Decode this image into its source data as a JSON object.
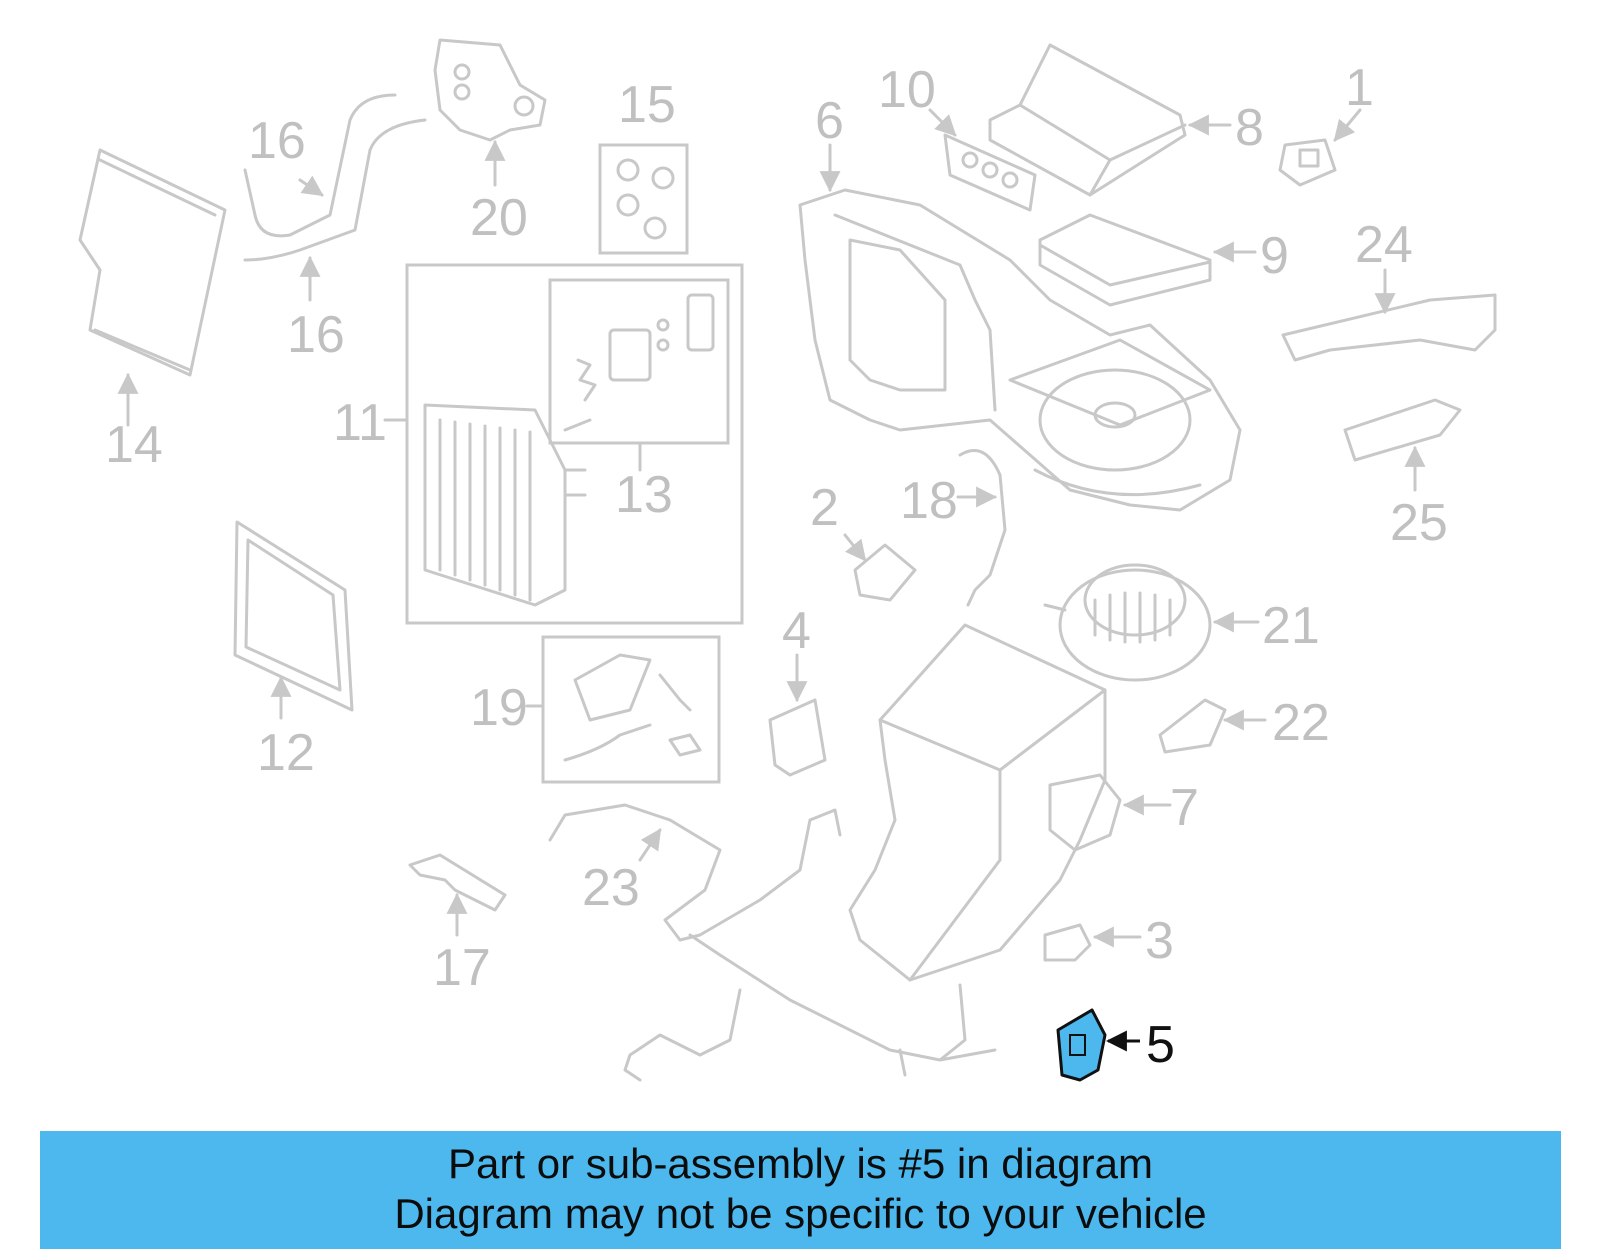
{
  "diagram": {
    "labels": {
      "p1": "1",
      "p2": "2",
      "p3": "3",
      "p4": "4",
      "p5": "5",
      "p6": "6",
      "p7": "7",
      "p8": "8",
      "p9": "9",
      "p10": "10",
      "p11": "11",
      "p12": "12",
      "p13": "13",
      "p14": "14",
      "p15": "15",
      "p16a": "16",
      "p16b": "16",
      "p17": "17",
      "p18": "18",
      "p19": "19",
      "p20": "20",
      "p21": "21",
      "p22": "22",
      "p23": "23",
      "p24": "24",
      "p25": "25"
    },
    "highlight_color": "#4db8ee"
  },
  "banner": {
    "line1": "Part or sub-assembly is #5 in diagram",
    "line2": "Diagram may not be specific to your vehicle",
    "background": "#4db8ee"
  }
}
